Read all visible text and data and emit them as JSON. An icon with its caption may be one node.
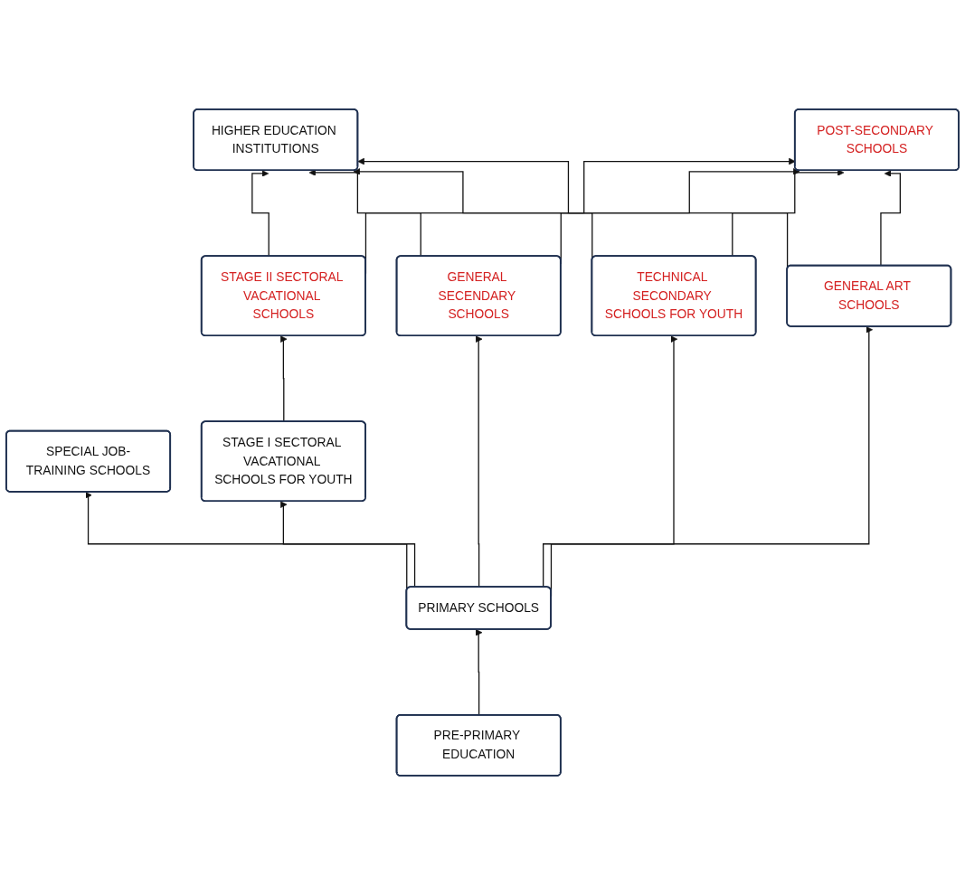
{
  "diagram": {
    "nodes": [
      {
        "text": [
          "HIGHER EDUCATION INSTITUTIONS"
        ]
      },
      {
        "text": [
          "POST-SECONDARY SCHOOLS"
        ]
      },
      {
        "text": [
          "STAGE II SECTORAL VACATIONAL SCHOOLS"
        ]
      },
      {
        "text": [
          "SPECIAL JOB-TRAINING SCHOOLS"
        ]
      },
      {
        "text": [
          "STAGE I SECTORAL VACATIONAL SCHOOLS FOR YOUTH"
        ]
      },
      {
        "text": [
          "GENERAL SECENDARY SCHOOLS"
        ]
      },
      {
        "text": [
          "TECHNICAL SECONDARY SCHOOLS FOR YOUTH"
        ]
      },
      {
        "text": [
          "GENERAL ART SCHOOLS"
        ]
      },
      {
        "text": [
          "PRIMARY SCHOOLS"
        ]
      },
      {
        "text": [
          "PRE-PRIMARY EDUCATION"
        ]
      }
    ],
    "edges": [
      {
        "from": 9,
        "to": 8,
        "arrow": "to"
      },
      {
        "from": 8,
        "to": 3,
        "arrow": "to"
      },
      {
        "from": 8,
        "to": 4,
        "arrow": "to"
      },
      {
        "from": 8,
        "to": 5,
        "arrow": "to"
      },
      {
        "from": 8,
        "to": 6,
        "arrow": "to"
      },
      {
        "from": 8,
        "to": 7,
        "arrow": "to"
      },
      {
        "from": 4,
        "to": 2,
        "arrow": "to"
      },
      {
        "from": 2,
        "to": 0,
        "arrow": "to"
      },
      {
        "from": 2,
        "to": 1,
        "arrow": "to"
      },
      {
        "from": 5,
        "to": 0,
        "arrow": "to"
      },
      {
        "from": 6,
        "to": 0,
        "arrow": "to"
      },
      {
        "from": 7,
        "to": 0,
        "arrow": "to"
      },
      {
        "from": 5,
        "to": 1,
        "arrow": "to"
      },
      {
        "from": 6,
        "to": 1,
        "arrow": "to"
      },
      {
        "from": 7,
        "to": 1,
        "arrow": "to"
      }
    ]
  }
}
